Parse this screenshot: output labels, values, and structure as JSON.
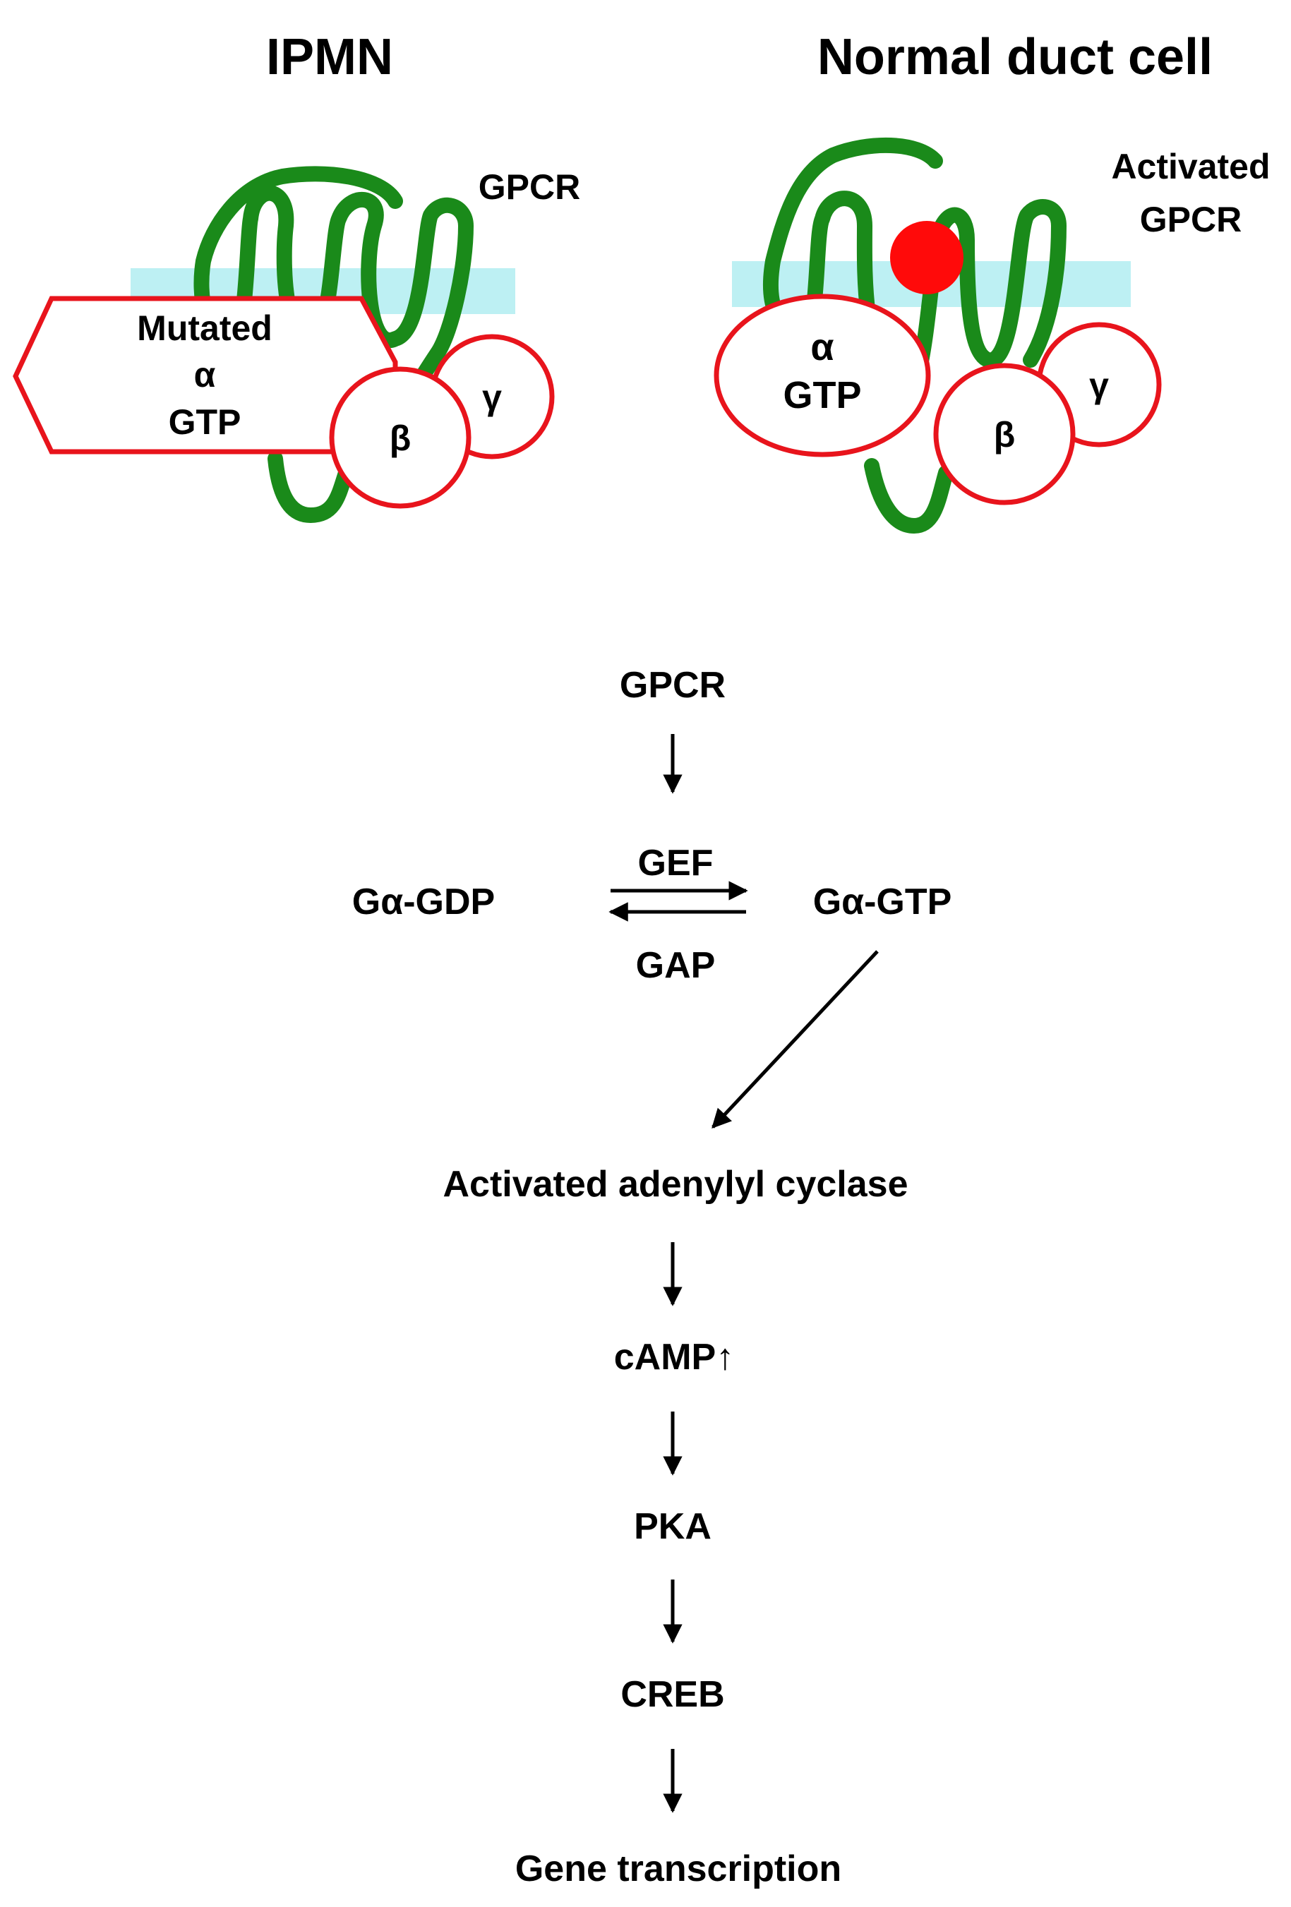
{
  "colors": {
    "receptor": "#1a8a1a",
    "membrane": "#bdf0f3",
    "subunit_stroke": "#e8141c",
    "ligand": "#ff0a0a",
    "text": "#000000",
    "arrow": "#000000"
  },
  "panels": {
    "ipmn": {
      "title": "IPMN",
      "receptor_label": "GPCR",
      "alpha_label_lines": [
        "Mutated",
        "α",
        "GTP"
      ],
      "beta_label": "β",
      "gamma_label": "γ"
    },
    "normal": {
      "title": "Normal duct cell",
      "receptor_label_lines": [
        "Activated",
        "GPCR"
      ],
      "alpha_label_lines": [
        "α",
        "GTP"
      ],
      "beta_label": "β",
      "gamma_label": "γ"
    }
  },
  "pathway": {
    "gpcr": "GPCR",
    "g_alpha_gdp": "Gα-GDP",
    "g_alpha_gtp": "Gα-GTP",
    "gef": "GEF",
    "gap": "GAP",
    "adenylyl_cyclase": "Activated adenylyl cyclase",
    "camp": "cAMP↑",
    "pka": "PKA",
    "creb": "CREB",
    "gene_transcription": "Gene transcription"
  }
}
